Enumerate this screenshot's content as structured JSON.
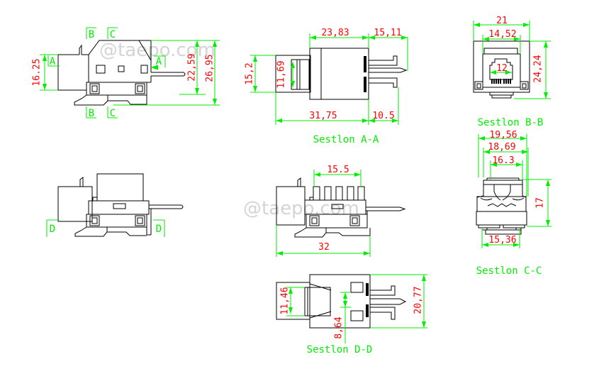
{
  "colors": {
    "outline": "#000000",
    "dim": "#ff0000",
    "mark": "#00ee00",
    "watermark": "#d4d4d4",
    "bg": "#ffffff"
  },
  "watermark": {
    "text": "@taepo.com"
  },
  "section_markers": {
    "a": "A",
    "b": "B",
    "c": "C",
    "d": "D"
  },
  "views": {
    "side_top": {
      "dim_front_height": "16.25",
      "dim_pin_height": "22,59",
      "dim_total_height": "26,95"
    },
    "section_a": {
      "title": "Sestlon A-A",
      "dim_body_width": "23,83",
      "dim_pin_length": "15,11",
      "dim_plug_height": "15,2",
      "dim_opening_height": "11,69",
      "dim_overall_width": "31,75",
      "dim_pin_extent": "10.5"
    },
    "section_b": {
      "title": "Sestlon B-B",
      "dim_outer_width": "21",
      "dim_inner_width": "14,52",
      "dim_opening_width": "12",
      "dim_height": "24,24"
    },
    "section_c": {
      "title": "Sestlon C-C",
      "dim_width_outer": "19,56",
      "dim_width_mid": "18,69",
      "dim_width_inner": "16.3",
      "dim_height": "17",
      "dim_base_width": "15,36"
    },
    "side_mid": {
      "dim_idc_width": "15.5",
      "dim_overall_width": "32"
    },
    "section_d": {
      "title": "Sestlon D-D",
      "dim_opening_height": "11,46",
      "dim_pin_pitch": "8,64",
      "dim_total_height": "20,77"
    }
  }
}
